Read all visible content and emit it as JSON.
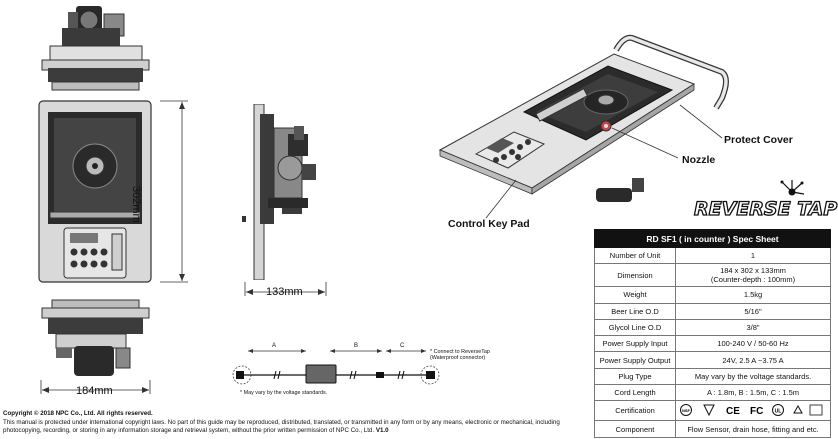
{
  "dimensions": {
    "height_label": "302mm",
    "depth_label": "133mm",
    "width_label": "184mm"
  },
  "callouts": {
    "protect_cover": "Protect Cover",
    "nozzle": "Nozzle",
    "control_key_pad": "Control Key Pad"
  },
  "logo": {
    "text": "REVERSE TAP"
  },
  "cord_diagram": {
    "label_a": "A",
    "label_b": "B",
    "label_c": "C",
    "connect_note_1": "* Connect to ReverseTap",
    "connect_note_2": "(Waterproof connector)",
    "voltage_note": "* May vary by the voltage standards."
  },
  "spec_sheet": {
    "title": "RD SF1 ( in counter ) Spec Sheet",
    "rows": [
      {
        "label": "Number of Unit",
        "value": "1"
      },
      {
        "label": "Dimension",
        "value": "184 x 302 x 133mm",
        "value2": "(Counter-depth : 100mm)"
      },
      {
        "label": "Weight",
        "value": "1.5kg"
      },
      {
        "label": "Beer Line O.D",
        "value": "5/16\""
      },
      {
        "label": "Glycol Line O.D",
        "value": "3/8\""
      },
      {
        "label": "Power Supply Input",
        "value": "100-240 V / 50-60 Hz"
      },
      {
        "label": "Power Supply Output",
        "value": "24V, 2.5 A ~3.75 A"
      },
      {
        "label": "Plug Type",
        "value": "May vary by the voltage standards."
      },
      {
        "label": "Cord Length",
        "value": "A : 1.8m, B : 1.5m, C : 1.5m"
      },
      {
        "label": "Certification",
        "value": ""
      },
      {
        "label": "Component",
        "value": "Flow Sensor, drain hose, fitting and etc."
      }
    ],
    "cert_marks": [
      "NSF",
      "KC",
      "CE",
      "FC",
      "UL"
    ]
  },
  "copyright": {
    "line1": "Copyright © 2018 NPC Co., Ltd. All rights reserved.",
    "line2": "This manual is protected under international copyright laws. No part of this guide may be reproduced, distributed, translated, or transmitted in any form or by any means, electronic or mechanical, including",
    "line3a": "photocopying, recording, or storing in any information storage and retrieval system, without the prior written permission of NPC Co., Ltd.",
    "line3b": "V1.0"
  }
}
